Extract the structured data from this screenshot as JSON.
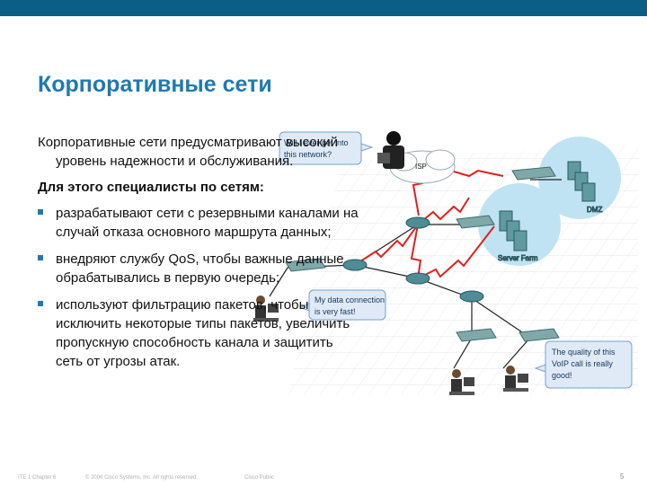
{
  "slide": {
    "title": "Корпоративные сети",
    "intro": "Корпоративные сети предусматривают высокий уровень надежности и обслуживания.",
    "subheading": "Для этого специалисты по сетям:",
    "bullets": [
      "разрабатывают сети с резервными каналами на случай отказа основного маршрута данных;",
      "внедряют службу QoS, чтобы важные данные обрабатывались в первую очередь;",
      "используют фильтрацию пакетов, чтобы исключить некоторые типы пакетов, увеличить пропускную способность канала и защитить сеть от угрозы атак."
    ]
  },
  "diagram": {
    "callouts": {
      "hacker": [
        "Will I ever get into",
        "this network?"
      ],
      "data": [
        "My data connection",
        "is very fast!"
      ],
      "voip": [
        "The quality of this",
        "VoIP call is really",
        "good!"
      ]
    },
    "labels": {
      "isp": "ISP",
      "dmz": "DMZ",
      "server_farm": "Server Farm"
    },
    "colors": {
      "accent": "#1f7ab0",
      "link_red": "#e0201b",
      "callout_fill": "#dfeaf6",
      "callout_border": "#7aa0cc"
    }
  },
  "footer": {
    "course": "ITE 1 Chapter 6",
    "copyright": "© 2006 Cisco Systems, Inc. All rights reserved.",
    "classification": "Cisco Public",
    "page": "5"
  }
}
